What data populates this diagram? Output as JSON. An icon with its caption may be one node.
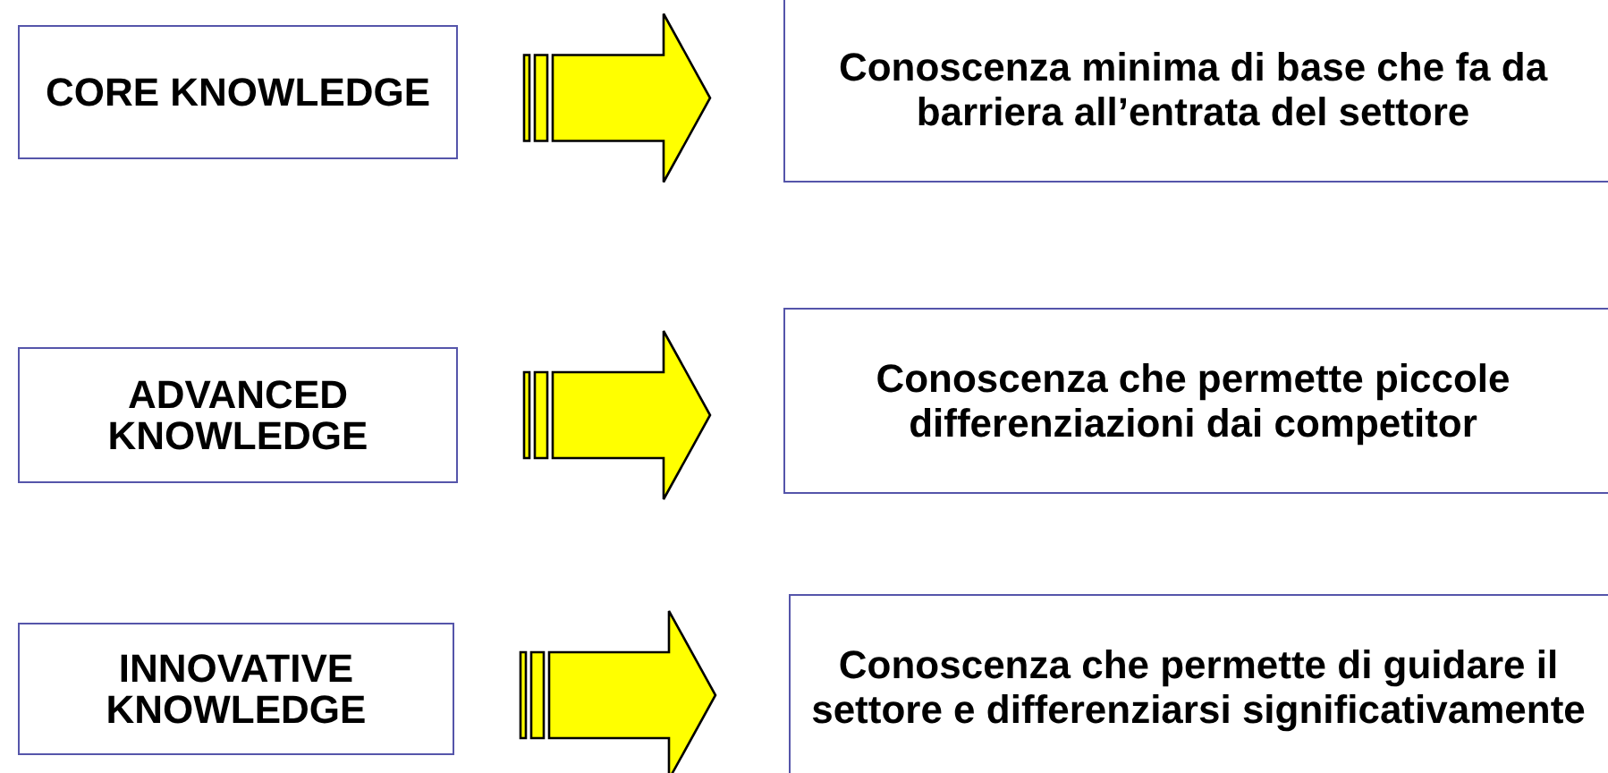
{
  "diagram": {
    "nodes": [
      {
        "text": [
          "CORE KNOWLEDGE"
        ]
      },
      {
        "text": [
          "Conoscenza minima di base che fa da barriera all’entrata del settore"
        ]
      },
      {
        "text": [
          "ADVANCED KNOWLEDGE"
        ]
      },
      {
        "text": [
          "Conoscenza che permette piccole differenziazioni dai competitor"
        ]
      },
      {
        "text": [
          "INNOVATIVE KNOWLEDGE"
        ]
      },
      {
        "text": [
          "Conoscenza che permette di guidare il settore e differenziarsi significativamente"
        ]
      }
    ],
    "edges": [
      {
        "from": 0,
        "to": 1,
        "arrow": "to",
        "style": "thick"
      },
      {
        "from": 2,
        "to": 3,
        "arrow": "to",
        "style": "thick"
      },
      {
        "from": 4,
        "to": 5,
        "arrow": "to",
        "style": "thick"
      }
    ]
  }
}
